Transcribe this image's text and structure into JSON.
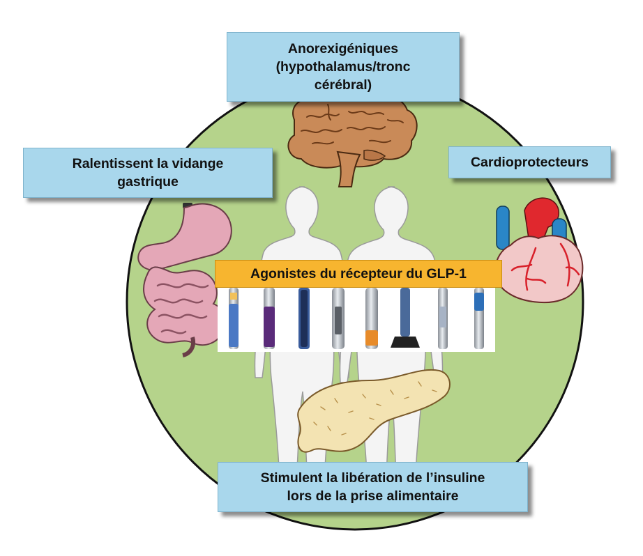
{
  "labels": {
    "top": "Anorexigéniques\n(hypothalamus/tronc\ncérébral)",
    "left": "Ralentissent la vidange\ngastrique",
    "right": "Cardioprotecteurs",
    "bottom": "Stimulent la libération de l’insuline\nlors de la prise alimentaire",
    "center": "Agonistes du récepteur du GLP-1"
  },
  "colors": {
    "circle_fill": "#b5d38b",
    "label_box": "#a9d7ec",
    "center_box": "#f7b52f"
  },
  "icons": [
    "brain-icon",
    "stomach-intestine-icon",
    "heart-icon",
    "pancreas-icon",
    "body-silhouettes-icon",
    "injection-pens-icon"
  ]
}
